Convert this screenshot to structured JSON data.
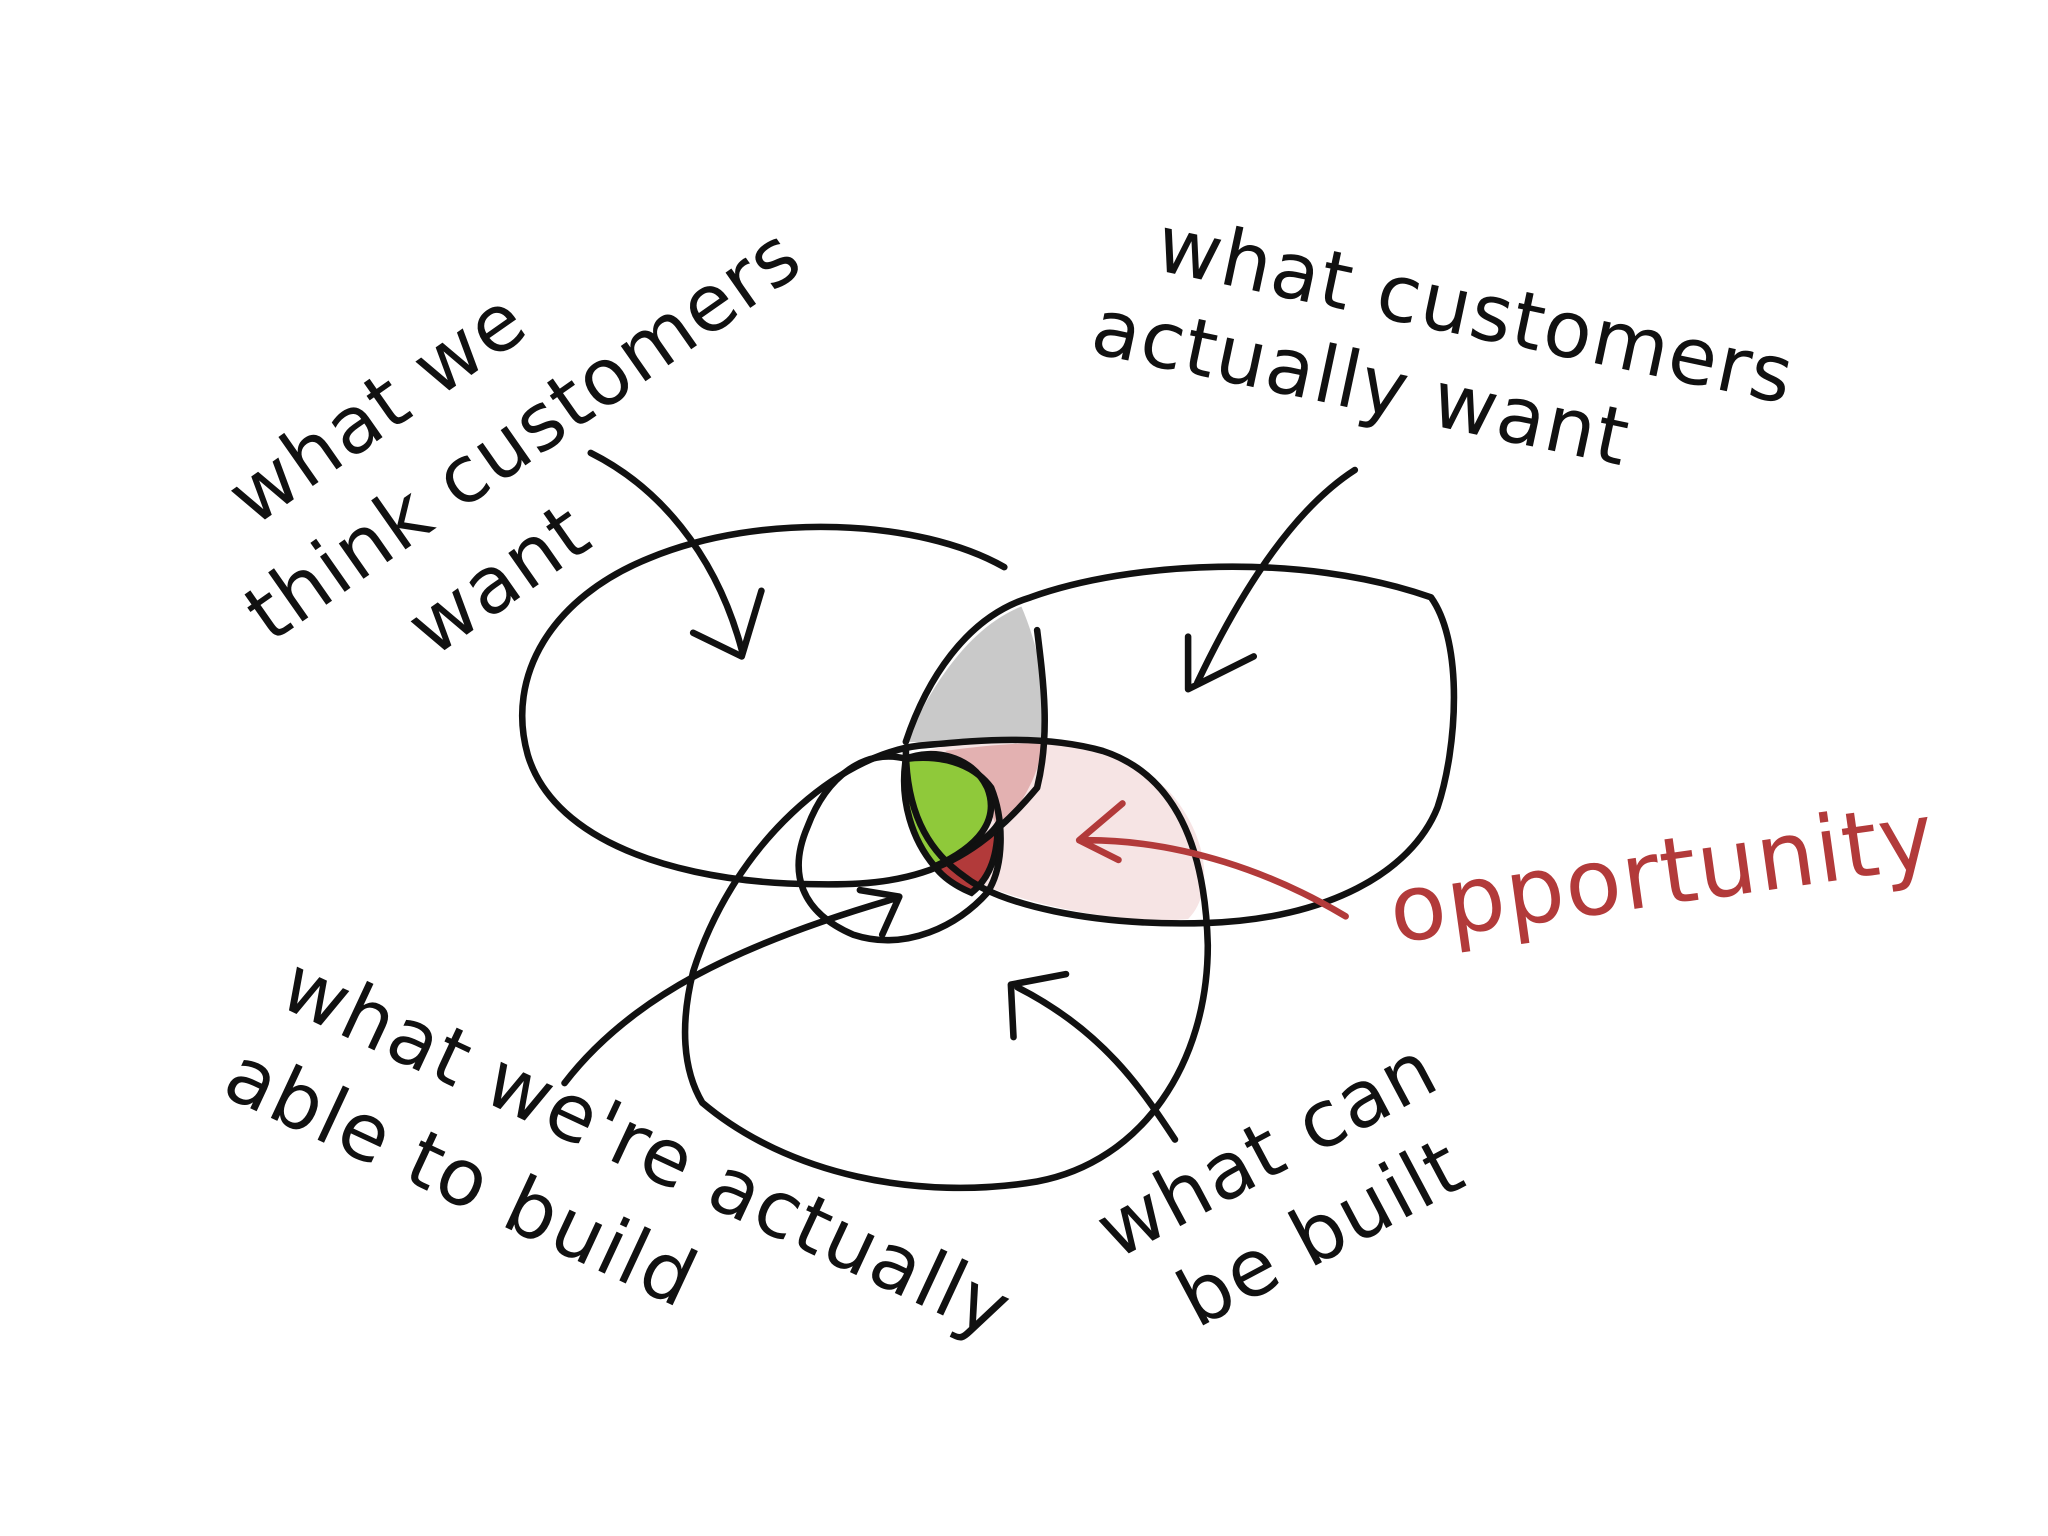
{
  "colors": {
    "ink": "#111111",
    "overlap_gray": "#c9c9c9",
    "opportunity_light": "#f6e4e4",
    "opportunity_mid": "#e3b1b1",
    "sweet_spot_green": "#8fc93a",
    "opportunity_red": "#b23a3a"
  },
  "labels": {
    "think_customers_want": [
      "what we",
      "think customers",
      "want"
    ],
    "actually_customers_want": [
      "what customers",
      "actually want"
    ],
    "able_to_build": [
      "what we're actually",
      "able to build"
    ],
    "can_be_built": [
      "what can",
      "be built"
    ],
    "opportunity": "opportunity"
  }
}
